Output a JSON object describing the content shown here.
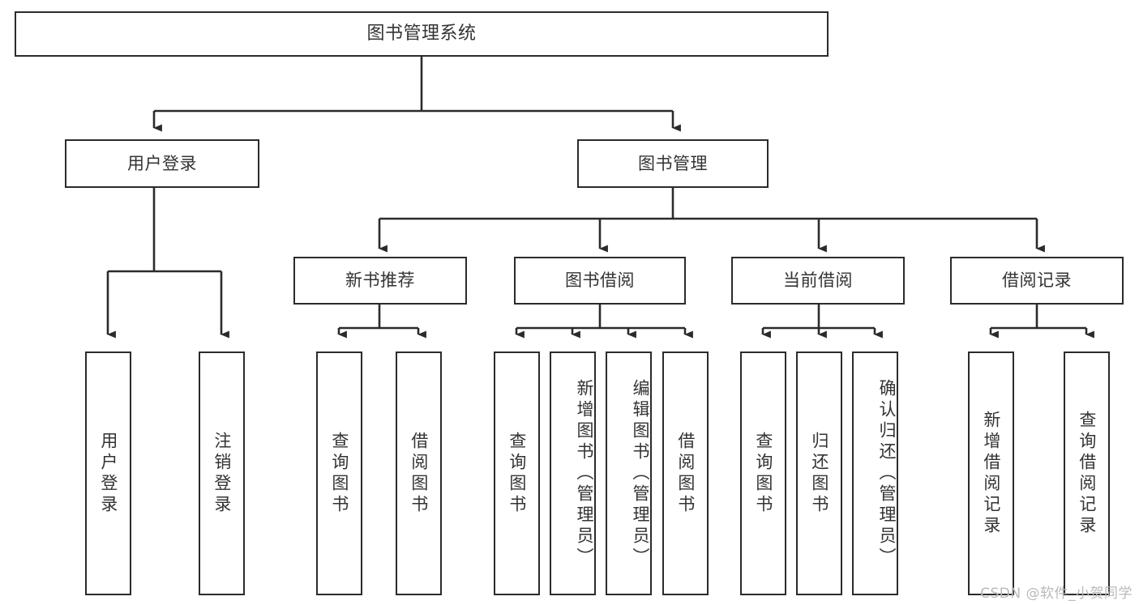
{
  "diagram": {
    "title": "图书管理系统",
    "type": "tree-hierarchy-diagram",
    "watermark": "CSDN @软件_小贺同学",
    "colors": {
      "background": "#ffffff",
      "box_border": "#2b2b2b",
      "box_fill": "#ffffff",
      "text": "#333333",
      "connector": "#2b2b2b",
      "watermark": "#b9b9b9"
    },
    "nodes": {
      "root": {
        "label": "图书管理系统"
      },
      "level2": [
        {
          "id": "user-login",
          "label": "用户登录"
        },
        {
          "id": "book-management",
          "label": "图书管理"
        }
      ],
      "level3": [
        {
          "id": "new-book-recommend",
          "label": "新书推荐"
        },
        {
          "id": "book-borrow",
          "label": "图书借阅"
        },
        {
          "id": "current-borrow",
          "label": "当前借阅"
        },
        {
          "id": "borrow-record",
          "label": "借阅记录"
        }
      ],
      "leaves": {
        "user_login": [
          {
            "id": "leaf-user-login",
            "label": "用户登录"
          },
          {
            "id": "leaf-logout-login",
            "label": "注销登录"
          }
        ],
        "new_book_recommend": [
          {
            "id": "leaf-query-book-1",
            "label": "查询图书"
          },
          {
            "id": "leaf-borrow-book-1",
            "label": "借阅图书"
          }
        ],
        "book_borrow": [
          {
            "id": "leaf-query-book-2",
            "label": "查询图书"
          },
          {
            "id": "leaf-add-book",
            "label": "新增图书（管理员）"
          },
          {
            "id": "leaf-edit-book",
            "label": "编辑图书（管理员）"
          },
          {
            "id": "leaf-borrow-book-2",
            "label": "借阅图书"
          }
        ],
        "current_borrow": [
          {
            "id": "leaf-query-book-3",
            "label": "查询图书"
          },
          {
            "id": "leaf-return-book",
            "label": "归还图书"
          },
          {
            "id": "leaf-confirm-return",
            "label": "确认归还（管理员）"
          }
        ],
        "borrow_record": [
          {
            "id": "leaf-add-record",
            "label": "新增借阅记录"
          },
          {
            "id": "leaf-query-record",
            "label": "查询借阅记录"
          }
        ]
      }
    }
  }
}
